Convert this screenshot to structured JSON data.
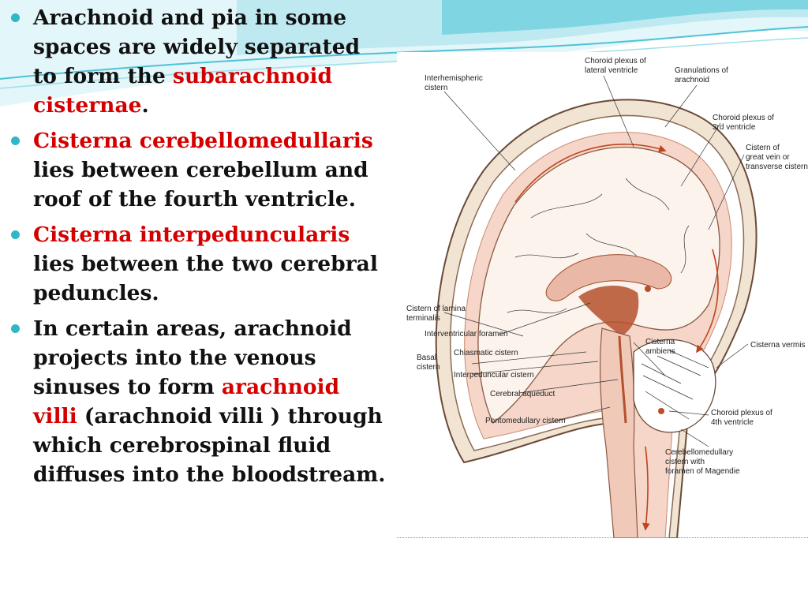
{
  "colors": {
    "bullet": "#2fb7c8",
    "highlight": "#d40000",
    "text": "#111111",
    "wave_light": "#bfe9f0",
    "wave_dark": "#4cc3d6",
    "bone": "#f2e4d2",
    "csf": "#e9b8a6",
    "ventricle": "#b5502d",
    "arrow": "#c0431b"
  },
  "bullets": [
    {
      "parts": [
        {
          "text": "Arachnoid and pia in some spaces are widely separated to form the ",
          "red": false
        },
        {
          "text": "subarachnoid cisternae",
          "red": true
        },
        {
          "text": ".",
          "red": false
        }
      ]
    },
    {
      "parts": [
        {
          "text": "Cisterna cerebellomedullaris",
          "red": true
        },
        {
          "text": " lies between cerebellum and roof of the fourth ventricle.",
          "red": false
        }
      ]
    },
    {
      "parts": [
        {
          "text": "Cisterna interpeduncularis",
          "red": true
        },
        {
          "text": " lies between the two cerebral peduncles.",
          "red": false
        }
      ]
    },
    {
      "parts": [
        {
          "text": "In certain areas, arachnoid projects into the venous sinuses to form ",
          "red": false
        },
        {
          "text": "arachnoid villi",
          "red": true
        },
        {
          "text": " (arachnoid villi ) through which cerebrospinal fluid diffuses into the bloodstream.",
          "red": false
        }
      ]
    }
  ],
  "figure": {
    "labels": {
      "choroid_lat_1": "Choroid plexus of",
      "choroid_lat_2": "lateral ventricle",
      "granulations_1": "Granulations of",
      "granulations_2": "arachnoid",
      "interhemispheric_1": "Interhemispheric",
      "interhemispheric_2": "cistern",
      "choroid_3rd_1": "Choroid plexus of",
      "choroid_3rd_2": "3rd ventricle",
      "great_vein_1": "Cistern of",
      "great_vein_2": "great vein or",
      "great_vein_3": "transverse cistern",
      "lamina_1": "Cistern of lamina",
      "lamina_2": "terminalis",
      "interventricular": "Interventricular foramen",
      "vermis": "Cisterna vermis",
      "ambiens_1": "Cisterna",
      "ambiens_2": "ambiens",
      "basal_1": "Basal",
      "basal_2": "cistern",
      "chiasmatic": "Chiasmatic cistern",
      "interpeduncular": "Interpeduncular cistern",
      "aqueduct": "Cerebral aqueduct",
      "pontomedullary": "Pontomedullary cistern",
      "choroid_4th_1": "Choroid plexus of",
      "choroid_4th_2": "4th ventricle",
      "cerebellomed_1": "Cerebellomedullary",
      "cerebellomed_2": "cistern with",
      "cerebellomed_3": "foramen of Magendie"
    }
  }
}
